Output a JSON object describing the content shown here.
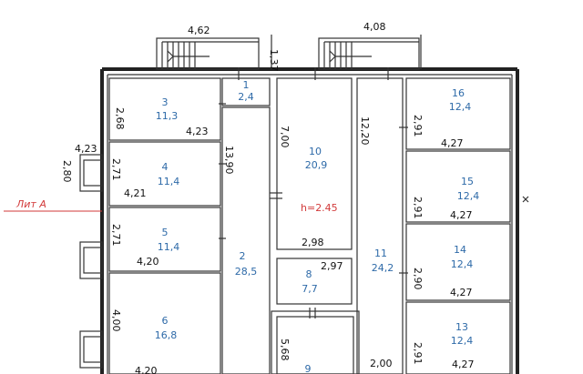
{
  "lit_label": "Лит А",
  "height_label": "h=2.45",
  "rooms": [
    {
      "num": "1",
      "area": "2,4"
    },
    {
      "num": "2",
      "area": "28,5"
    },
    {
      "num": "3",
      "area": "11,3"
    },
    {
      "num": "4",
      "area": "11,4"
    },
    {
      "num": "5",
      "area": "11,4"
    },
    {
      "num": "6",
      "area": "16,8"
    },
    {
      "num": "8",
      "area": "7,7"
    },
    {
      "num": "9",
      "area": ""
    },
    {
      "num": "10",
      "area": "20,9"
    },
    {
      "num": "11",
      "area": "24,2"
    },
    {
      "num": "13",
      "area": "12,4"
    },
    {
      "num": "14",
      "area": "12,4"
    },
    {
      "num": "15",
      "area": "12,4"
    },
    {
      "num": "16",
      "area": "12,4"
    }
  ],
  "dims": {
    "stair_left_w": "4,62",
    "stair_right_w": "4,08",
    "stair_depth": "1,37",
    "r3_h": "2,68",
    "r3_w": "4,23",
    "corr_len": "13,90",
    "r10_h": "7,00",
    "r10_w": "2,98",
    "r11_len": "12,20",
    "r16_h": "2,91",
    "r16_w": "4,27",
    "ext_w": "4,23",
    "ext_h": "2,80",
    "r4_h": "2,71",
    "r4_w": "4,21",
    "r15_h": "2,91",
    "r15_w": "4,27",
    "r5_h": "2,71",
    "r5_w": "4,20",
    "r8_w": "2,97",
    "r14_h": "2,90",
    "r14_w": "4,27",
    "r6_h": "4,00",
    "r6_w": "4,20",
    "r9_h": "5,68",
    "r11_w": "2,00",
    "r13_h": "2,91",
    "r13_w": "4,27"
  }
}
